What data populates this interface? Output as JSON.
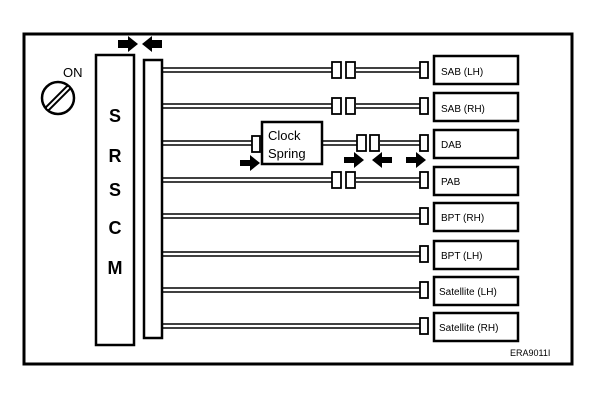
{
  "switch_label": "ON",
  "module_letters": [
    "S",
    "R",
    "S",
    "C",
    "M"
  ],
  "clock_spring": {
    "line1": "Clock",
    "line2": "Spring"
  },
  "components": [
    "SAB (LH)",
    "SAB (RH)",
    "DAB",
    "PAB",
    "BPT (RH)",
    "BPT (LH)",
    "Satellite (LH)",
    "Satellite (RH)"
  ],
  "figure_id": "ERA9011I"
}
